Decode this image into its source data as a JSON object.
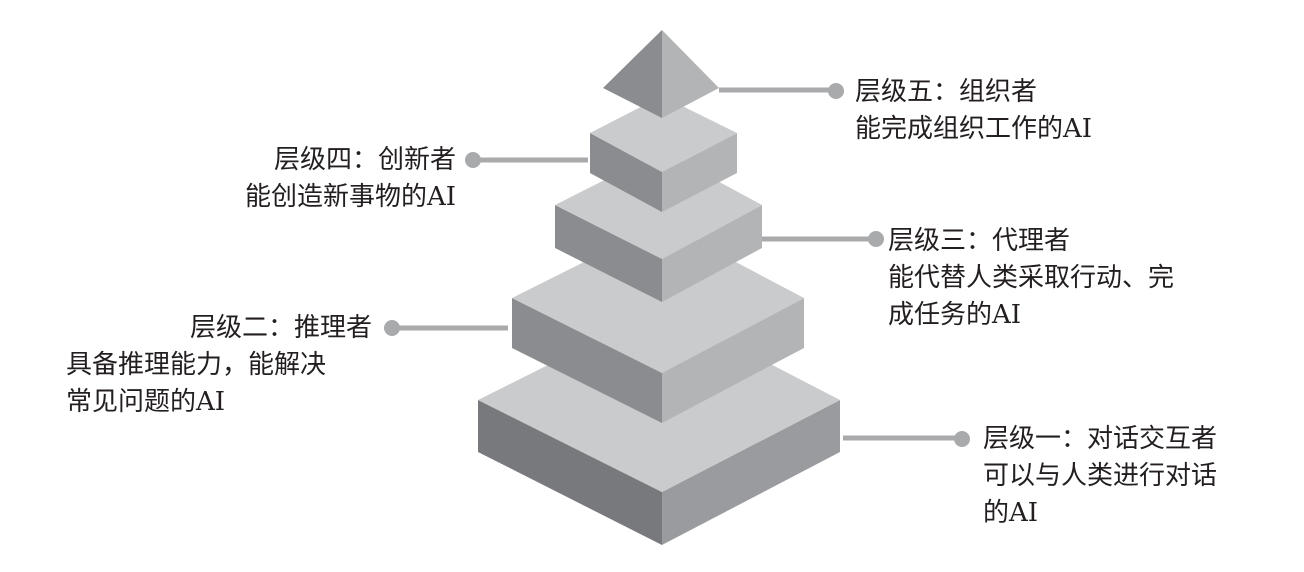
{
  "colors": {
    "top_face": "#c9cbcd",
    "left_face": "#8a8c8f",
    "right_face": "#b2b4b6",
    "base_left_face": "#77797c",
    "base_right_face": "#999b9e",
    "connector": "#a8aaac",
    "text": "#231f20"
  },
  "levels": [
    {
      "title": "层级一：对话交互者",
      "lines": [
        "可以与人类进行对话",
        "的AI"
      ]
    },
    {
      "title": "层级二：推理者",
      "lines": [
        "具备推理能力，能解决",
        "常见问题的AI"
      ]
    },
    {
      "title": "层级三：代理者",
      "lines": [
        "能代替人类采取行动、完",
        "成任务的AI"
      ]
    },
    {
      "title": "层级四：创新者",
      "lines": [
        "能创造新事物的AI"
      ]
    },
    {
      "title": "层级五：组织者",
      "lines": [
        "能完成组织工作的AI"
      ]
    }
  ]
}
